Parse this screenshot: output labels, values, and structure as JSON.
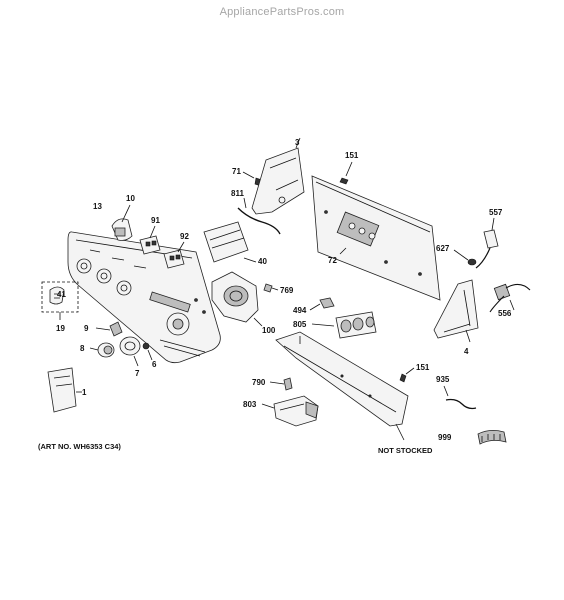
{
  "watermark": "AppliancePartsPros.com",
  "art_number": "(ART NO. WH6353 C34)",
  "not_stocked": "NOT STOCKED",
  "labels": {
    "p1": "1",
    "p3": "3",
    "p4": "4",
    "p6": "6",
    "p7": "7",
    "p8": "8",
    "p9": "9",
    "p10": "10",
    "p13": "13",
    "p19": "19",
    "p40": "40",
    "p41": "41",
    "p71": "71",
    "p72": "72",
    "p91": "91",
    "p92": "92",
    "p100": "100",
    "p151a": "151",
    "p151b": "151",
    "p494": "494",
    "p556": "556",
    "p557": "557",
    "p627": "627",
    "p769": "769",
    "p790": "790",
    "p803": "803",
    "p805": "805",
    "p811": "811",
    "p935": "935",
    "p999": "999"
  }
}
